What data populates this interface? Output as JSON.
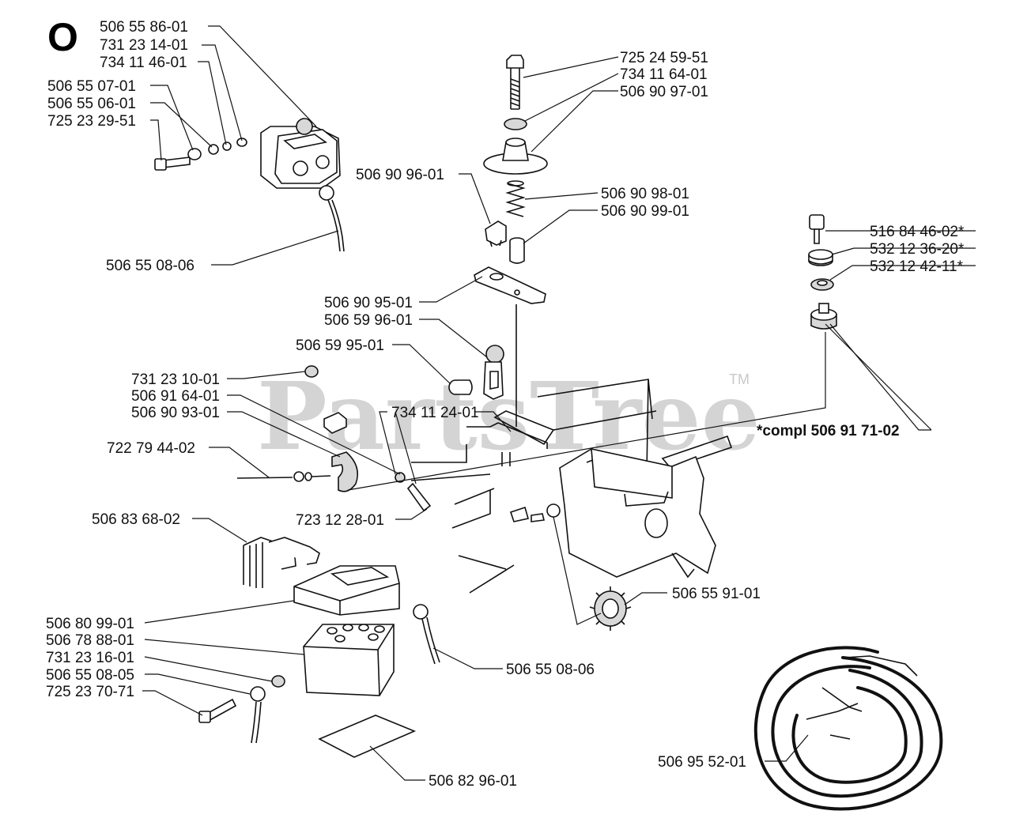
{
  "section_letter": "O",
  "watermark": {
    "text": "PartsTree",
    "trademark": "TM"
  },
  "labels": {
    "l_506_55_86_01": "506 55 86-01",
    "l_731_23_14_01": "731 23 14-01",
    "l_734_11_46_01": "734 11 46-01",
    "l_506_55_07_01": "506 55 07-01",
    "l_506_55_06_01": "506 55 06-01",
    "l_725_23_29_51": "725 23 29-51",
    "l_506_55_08_06_a": "506 55 08-06",
    "l_725_24_59_51": "725 24 59-51",
    "l_734_11_64_01": "734 11 64-01",
    "l_506_90_97_01": "506 90 97-01",
    "l_506_90_96_01": "506 90 96-01",
    "l_506_90_98_01": "506 90 98-01",
    "l_506_90_99_01": "506 90 99-01",
    "l_516_84_46_02": "516 84 46-02*",
    "l_532_12_36_20": "532 12 36-20*",
    "l_532_12_42_11": "532 12 42-11*",
    "l_506_90_95_01": "506 90 95-01",
    "l_506_59_96_01": "506 59 96-01",
    "l_506_59_95_01": "506 59 95-01",
    "l_731_23_10_01": "731 23 10-01",
    "l_506_91_64_01": "506 91 64-01",
    "l_506_90_93_01": "506 90 93-01",
    "l_734_11_24_01": "734 11 24-01",
    "l_compl": "*compl 506 91 71-02",
    "l_722_79_44_02": "722 79 44-02",
    "l_723_12_28_01": "723 12 28-01",
    "l_506_83_68_02": "506 83 68-02",
    "l_506_55_91_01": "506 55 91-01",
    "l_506_80_99_01": "506 80 99-01",
    "l_506_78_88_01": "506 78 88-01",
    "l_731_23_16_01": "731 23 16-01",
    "l_506_55_08_05": "506 55 08-05",
    "l_725_23_70_71": "725 23 70-71",
    "l_506_55_08_06_b": "506 55 08-06",
    "l_506_82_96_01": "506 82 96-01",
    "l_506_95_52_01": "506 95 52-01"
  }
}
